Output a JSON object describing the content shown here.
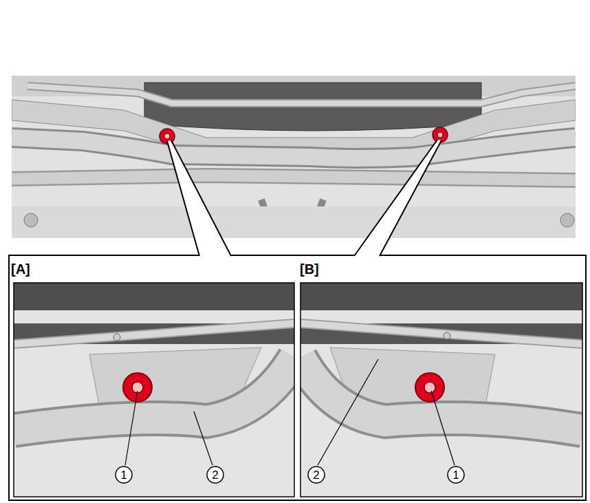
{
  "diagram": {
    "labels": [
      "[A]",
      "[B]",
      "1",
      "2",
      "2",
      "1"
    ]
  }
}
